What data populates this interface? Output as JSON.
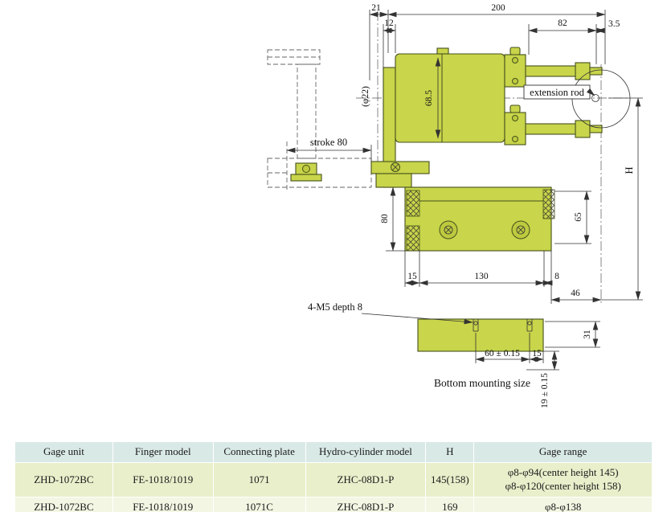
{
  "drawing": {
    "labels": {
      "dim_21": "21",
      "dim_200": "200",
      "dim_12": "12",
      "dim_82": "82",
      "dim_3_5": "3.5",
      "phi22": "(φ22)",
      "dim_68_5": "68.5",
      "extension_rod": "extension rod",
      "stroke_80": "stroke 80",
      "dim_80": "80",
      "dim_65": "65",
      "dim_H": "H",
      "dim_15_left": "15",
      "dim_130": "130",
      "dim_8": "8",
      "dim_46": "46",
      "m5_note": "4-M5 depth 8",
      "dim_31": "31",
      "dim_60": "60 ± 0.15",
      "dim_15_right": "15",
      "dim_19": "19 ± 0.15",
      "bottom_caption": "Bottom mounting size"
    }
  },
  "table": {
    "headers": [
      "Gage unit",
      "Finger model",
      "Connecting plate",
      "Hydro-cylinder model",
      "H",
      "Gage range"
    ],
    "rows": [
      {
        "cells": [
          "ZHD-1072BC",
          "FE-1018/1019",
          "1071",
          "ZHC-08D1-P",
          "145(158)",
          "φ8-φ94(center height 145)\nφ8-φ120(center height 158)"
        ]
      },
      {
        "cells": [
          "ZHD-1072BC",
          "FE-1018/1019",
          "1071C",
          "ZHC-08D1-P",
          "169",
          "φ8-φ138"
        ]
      }
    ]
  },
  "colors": {
    "part_fill": "#c9d54a",
    "part_stroke": "#45501d",
    "table_header_bg": "#d9e9e6",
    "table_row_bg": "#e9efcb",
    "table_row_alt_bg": "#f3f6e3",
    "background": "#ffffff"
  }
}
